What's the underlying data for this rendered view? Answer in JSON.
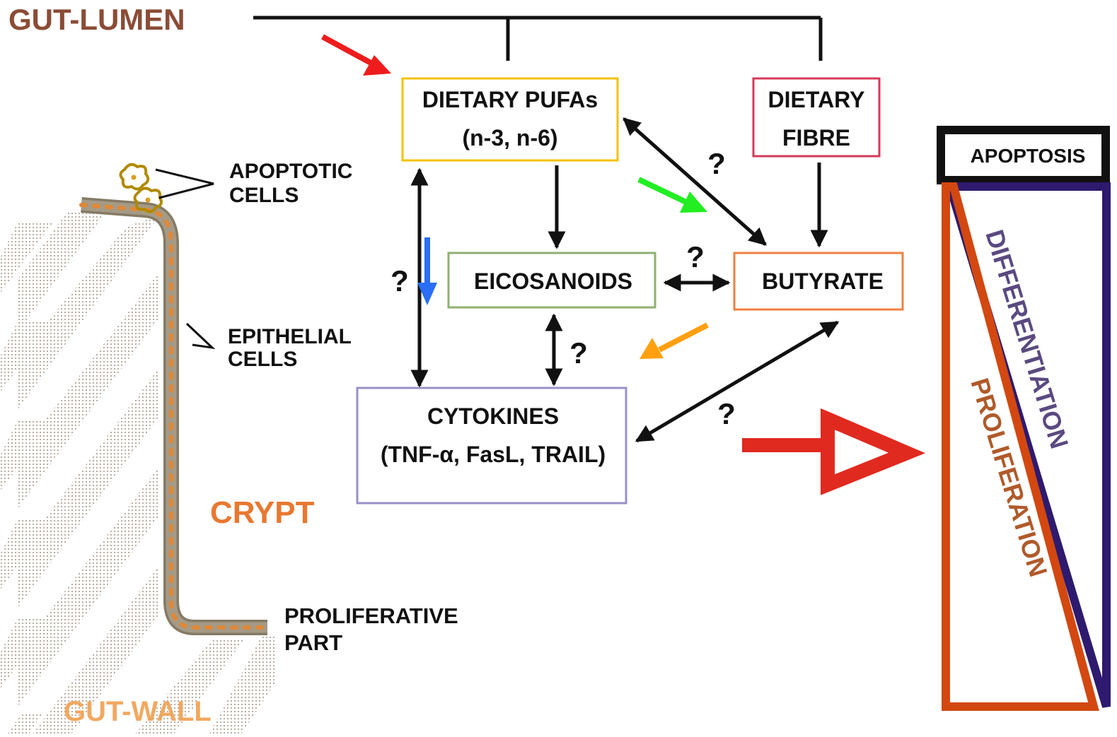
{
  "gut_lumen": "GUT-LUMEN",
  "gut_wall": "GUT-WALL",
  "crypt": "CRYPT",
  "apoptotic_cells": [
    "APOPTOTIC",
    "CELLS"
  ],
  "epithelial_cells": [
    "EPITHELIAL",
    "CELLS"
  ],
  "proliferative_part": [
    "PROLIFERATIVE",
    "PART"
  ],
  "boxes": {
    "dietary_pufas": [
      "DIETARY PUFAs",
      "(n-3, n-6)"
    ],
    "dietary_fibre": [
      "DIETARY",
      "FIBRE"
    ],
    "eicosanoids": "EICOSANOIDS",
    "butyrate": "BUTYRATE",
    "cytokines": [
      "CYTOKINES",
      "(TNF-α, FasL, TRAIL)"
    ]
  },
  "unknown_mark": "?",
  "apoptosis": "APOPTOSIS",
  "differentiation": "DIFFERENTIATION",
  "proliferation": "PROLIFERATION",
  "colors": {
    "gut_lumen": "#8b4c36",
    "gut_wall": "#f0a050",
    "crypt": "#e87830",
    "pufas_border": "#f2c200",
    "fibre_border": "#d63a5a",
    "eicosanoids_border": "#8fb070",
    "butyrate_border": "#f08040",
    "cytokines_border": "#9a90c8",
    "differentiation": "#2e1a6e",
    "proliferation": "#d24810"
  }
}
